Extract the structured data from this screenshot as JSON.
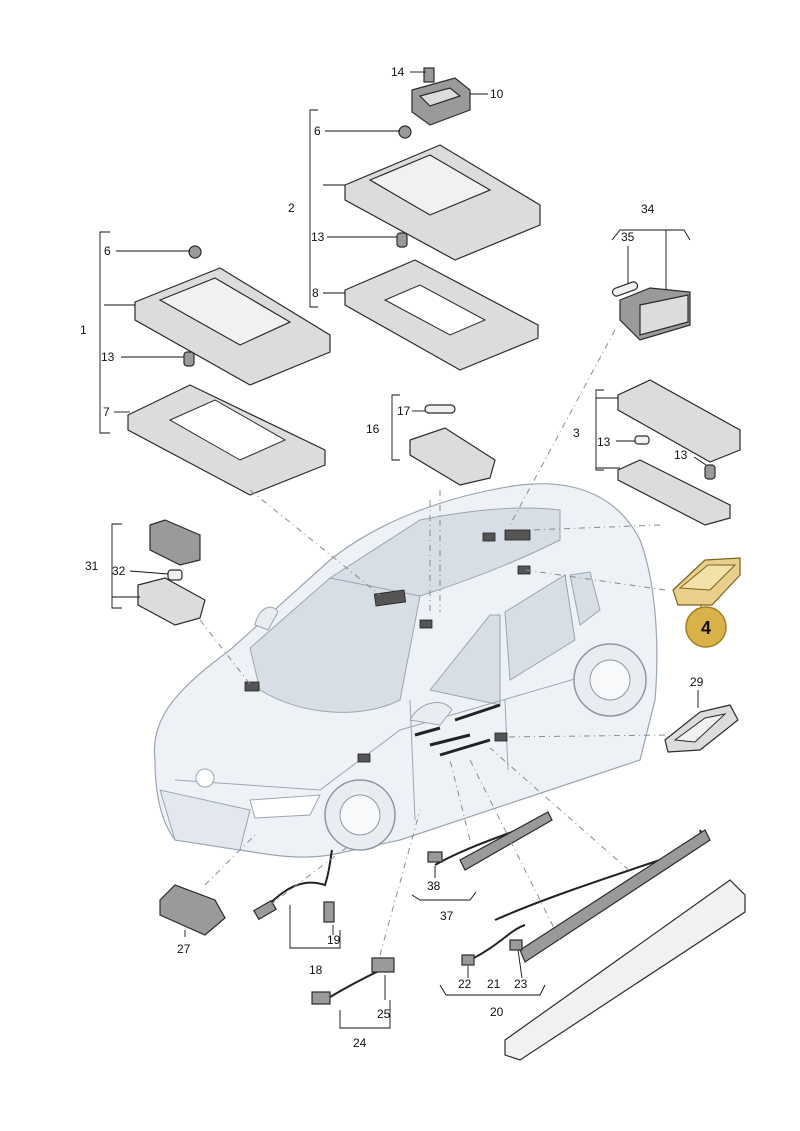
{
  "labels": {
    "l1": "1",
    "l2": "2",
    "l3": "3",
    "l4": "4",
    "l6a": "6",
    "l6b": "6",
    "l7": "7",
    "l8": "8",
    "l10": "10",
    "l13a": "13",
    "l13b": "13",
    "l13c": "13",
    "l13d": "13",
    "l14": "14",
    "l16": "16",
    "l17": "17",
    "l18": "18",
    "l19": "19",
    "l20": "20",
    "l21": "21",
    "l22": "22",
    "l23": "23",
    "l24": "24",
    "l25": "25",
    "l27": "27",
    "l29": "29",
    "l31": "31",
    "l32": "32",
    "l34": "34",
    "l35": "35",
    "l37": "37",
    "l38": "38"
  },
  "highlight": {
    "part_number": "4",
    "color": "#d9b24a"
  }
}
